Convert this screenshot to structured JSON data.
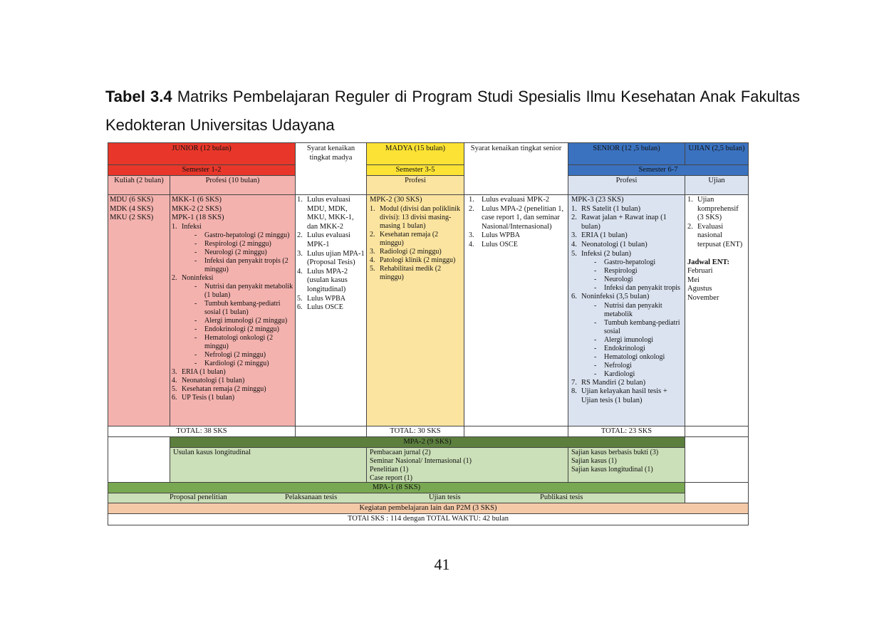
{
  "caption": {
    "bold": "Tabel 3.4",
    "text": "Matriks Pembelajaran Reguler di Program Studi Spesialis Ilmu Kesehatan Anak Fakultas Kedokteran Universitas Udayana"
  },
  "colors": {
    "junior": "#e8372a",
    "junior_light": "#f3b2ae",
    "madya": "#fbe234",
    "madya_light": "#fbe4a0",
    "senior": "#3a72c0",
    "senior_light": "#dbe3f0",
    "green_dark": "#5c7f3e",
    "green_mid": "#79a852",
    "green_light": "#cbdfb8",
    "peach": "#f4c9a8"
  },
  "header": {
    "junior": "JUNIOR (12 bulan)",
    "syarat_madya": "Syarat kenaikan tingkat madya",
    "madya": "MADYA (15 bulan)",
    "syarat_senior": "Syarat kenaikan tingkat senior",
    "senior": "SENIOR (12 ,5 bulan)",
    "ujian": "UJIAN (2,5 bulan)",
    "sem_junior": "Semester 1-2",
    "sem_madya": "Semester 3-5",
    "sem_senior": "Semester 6-7",
    "kuliah": "Kuliah (2 bulan)",
    "profesi_junior": "Profesi (10 bulan)",
    "profesi_madya": "Profesi",
    "profesi_senior": "Profesi",
    "ujian_sub": "Ujian"
  },
  "kuliah_items": [
    "MDU (6 SKS)",
    "MDK (4 SKS)",
    "MKU (2 SKS)"
  ],
  "junior": {
    "l1": "MKK-1 (6 SKS)",
    "l2": "MKK-2 (2 SKS)",
    "l3": "MPK-1 (18 SKS)",
    "i1": "Infeksi",
    "i1_sub": [
      "Gastro-hepatologi (2 minggu)",
      "Respirologi (2 minggu)",
      "Neurologi (2 minggu)",
      "Infeksi dan penyakit tropis (2 minggu)"
    ],
    "i2": "Noninfeksi",
    "i2_sub": [
      "Nutrisi dan penyakit metabolik (1 bulan)",
      "Tumbuh kembang-pediatri sosial (1 bulan)",
      "Alergi imunologi (2 minggu)",
      "Endokrinologi (2 minggu)",
      "Hematologi onkologi (2 minggu)",
      "Nefrologi (2 minggu)",
      "Kardiologi (2 minggu)"
    ],
    "i3": "ERIA (1 bulan)",
    "i4": "Neonatologi (1 bulan)",
    "i5": "Kesehatan remaja (2 minggu)",
    "i6": "UP Tesis  (1 bulan)"
  },
  "syarat_madya_items": [
    "Lulus evaluasi MDU, MDK, MKU, MKK-1, dan MKK-2",
    "Lulus evaluasi MPK-1",
    "Lulus ujian MPA-1 (Proposal Tesis)",
    "Lulus MPA-2 (usulan kasus longitudinal)",
    "Lulus WPBA",
    "Lulus OSCE"
  ],
  "madya": {
    "title": "MPK-2 (30 SKS)",
    "items": [
      "Modul (divisi dan poliklinik divisi): 13 divisi masing-masing 1 bulan)",
      "Kesehatan remaja (2 minggu)",
      "Radiologi (2 minggu)",
      "Patologi klinik (2 minggu)",
      "Rehabilitasi medik (2 minggu)"
    ]
  },
  "syarat_senior_items": [
    "Lulus evaluasi MPK-2",
    "Lulus MPA-2 (penelitian 1, case report 1, dan seminar Nasional/Internasional)",
    "Lulus WPBA",
    "Lulus OSCE"
  ],
  "senior": {
    "title": "MPK-3 (23 SKS)",
    "s1": "RS Satelit (1 bulan)",
    "s2": "Rawat jalan + Rawat inap (1 bulan)",
    "s3": "ERIA (1 bulan)",
    "s4": "Neonatologi (1 bulan)",
    "s5": "Infeksi (2 bulan)",
    "s5_sub": [
      "Gastro-hepatologi",
      "Respirologi",
      "Neurologi",
      "Infeksi dan penyakit tropis"
    ],
    "s6": "Noninfeksi (3,5 bulan)",
    "s6_sub": [
      "Nutrisi dan penyakit metabolik",
      "Tumbuh kembang-pediatri sosial",
      "Alergi imunologi",
      "Endokrinologi",
      "Hematologi onkologi",
      "Nefrologi",
      "Kardiologi"
    ],
    "s7": "RS Mandiri (2 bulan)",
    "s8": "Ujian kelayakan hasil tesis + Ujian tesis (1 bulan)"
  },
  "ujian": {
    "items": [
      "Ujian komprehensif (3 SKS)",
      "Evaluasi nasional terpusat (ENT)"
    ],
    "jadwal_title": "Jadwal ENT:",
    "jadwal": [
      "Februari",
      "Mei",
      "Agustus",
      "November"
    ]
  },
  "totals": {
    "junior": "TOTAL: 38 SKS",
    "madya": "TOTAL: 30 SKS",
    "senior": "TOTAL: 23 SKS"
  },
  "mpa2": {
    "title": "MPA-2 (9 SKS)",
    "junior": "Usulan kasus longitudinal",
    "madya": [
      "Pembacaan jurnal (2)",
      "Seminar Nasional/ Internasional (1)",
      "Penelitian (1)",
      "Case report (1)"
    ],
    "senior": [
      "Sajian kasus berbasis bukti (3)",
      "Sajian kasus (1)",
      "Sajian kasus longitudinal (1)"
    ]
  },
  "mpa1": {
    "title": "MPA-1 (8 SKS)",
    "items": [
      "Proposal penelitian",
      "Pelaksanaan tesis",
      "Ujian tesis",
      "Publikasi tesis"
    ]
  },
  "kegiatan": "Kegiatan pembelajaran lain dan P2M (3 SKS)",
  "total_all": "TOTAl SKS : 114  dengan  TOTAL WAKTU: 42 bulan",
  "page_number": "41"
}
